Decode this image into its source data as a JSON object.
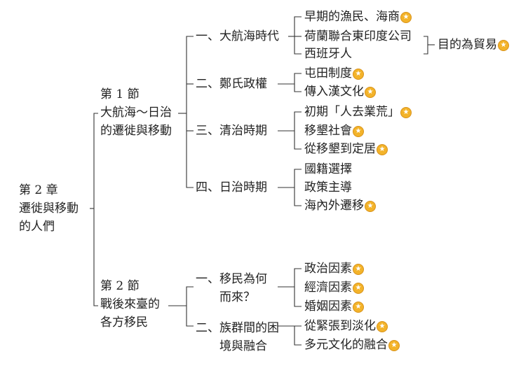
{
  "chapter": [
    "第 2 章",
    "遷徙與移動",
    "的人們"
  ],
  "section1": [
    "第 1 節",
    "大航海～日治",
    "的遷徙與移動"
  ],
  "section2": [
    "第 2 節",
    "戰後來臺的",
    "各方移民"
  ],
  "s1_items": [
    {
      "label": "一、大航海時代",
      "children": [
        "早期的漁民、海商",
        "荷蘭聯合東印度公司",
        "西班牙人"
      ],
      "stars": [
        true,
        false,
        false
      ]
    },
    {
      "label": "二、鄭氏政權",
      "children": [
        "屯田制度",
        "傳入漢文化"
      ],
      "stars": [
        true,
        true
      ]
    },
    {
      "label": "三、清治時期",
      "children": [
        "初期「人去業荒」",
        "移墾社會",
        "從移墾到定居"
      ],
      "stars": [
        true,
        true,
        true
      ]
    },
    {
      "label": "四、日治時期",
      "children": [
        "國籍選擇",
        "政策主導",
        "海內外遷移"
      ],
      "stars": [
        false,
        false,
        true
      ]
    }
  ],
  "group_note": "目的為貿易",
  "s2_items": [
    {
      "label": [
        "一、移民為何",
        "而來？"
      ],
      "children": [
        "政治因素",
        "經濟因素",
        "婚姻因素"
      ],
      "stars": [
        true,
        true,
        true
      ]
    },
    {
      "label": [
        "二、族群間的困",
        "境與融合"
      ],
      "children": [
        "從緊張到淡化",
        "多元文化的融合"
      ],
      "stars": [
        true,
        true
      ]
    }
  ],
  "icon": "star-icon"
}
